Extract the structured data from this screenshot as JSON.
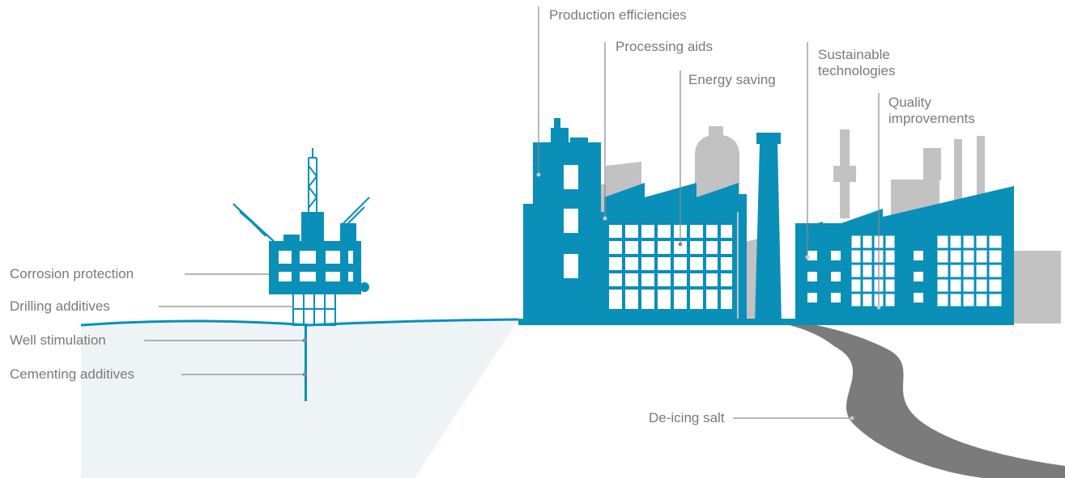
{
  "colors": {
    "primary": "#0a8fb8",
    "building_gray": "#c2c2c2",
    "road_gray": "#7b7b7b",
    "sea": "#eef3f5",
    "label_text": "#7a7a7a",
    "leader": "#8a8a8a"
  },
  "labels": {
    "corrosion_protection": "Corrosion protection",
    "drilling_additives": "Drilling additives",
    "well_stimulation": "Well stimulation",
    "cementing_additives": "Cementing additives",
    "production_efficiencies": "Production efficiencies",
    "processing_aids": "Processing aids",
    "energy_saving": "Energy saving",
    "sustainable_technologies": "Sustainable technologies",
    "quality_improvements": "Quality improvements",
    "deicing_salt": "De-icing salt"
  },
  "icons": [
    "oil-platform-icon",
    "factory-icon",
    "road-icon"
  ]
}
